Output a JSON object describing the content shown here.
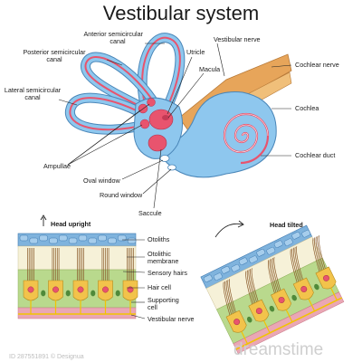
{
  "title": "Vestibular system",
  "labels": {
    "anterior_canal_1": "Anterior semicircular",
    "anterior_canal_2": "canal",
    "posterior_canal_1": "Posterior semicircular",
    "posterior_canal_2": "canal",
    "lateral_canal_1": "Lateral semicircular",
    "lateral_canal_2": "canal",
    "utricle": "Utricle",
    "macula": "Macula",
    "vestibular_nerve": "Vestibular nerve",
    "cochlear_nerve": "Cochlear nerve",
    "cochlea": "Cochlea",
    "cochlear_duct": "Cochlear duct",
    "ampullae": "Ampullae",
    "oval_window": "Oval window",
    "round_window": "Round window",
    "saccule": "Saccule"
  },
  "bottom": {
    "head_upright": "Head upright",
    "head_tilted": "Head tilted",
    "otoliths": "Otoliths",
    "otolithic_membrane_1": "Otolithic",
    "otolithic_membrane_2": "membrane",
    "sensory_hairs": "Sensory hairs",
    "hair_cell": "Hair cell",
    "supporting_cell_1": "Supporting",
    "supporting_cell_2": "cell",
    "vestibular_nerve": "Vestibular nerve"
  },
  "watermark": {
    "brand": "dreamstime",
    "id": "ID 287551891 © Designua"
  },
  "colors": {
    "canal_fill": "#8ec7ee",
    "canal_stroke": "#4a86b8",
    "endolymph": "#e8546e",
    "nerve": "#e7a55a",
    "otolith": "#7fb3dd",
    "membrane": "#f6f1d8",
    "hair_cell": "#f2c34b",
    "support": "#b9d98d",
    "base_pink": "#eaa7b4",
    "nerve_line": "#f2c300"
  }
}
